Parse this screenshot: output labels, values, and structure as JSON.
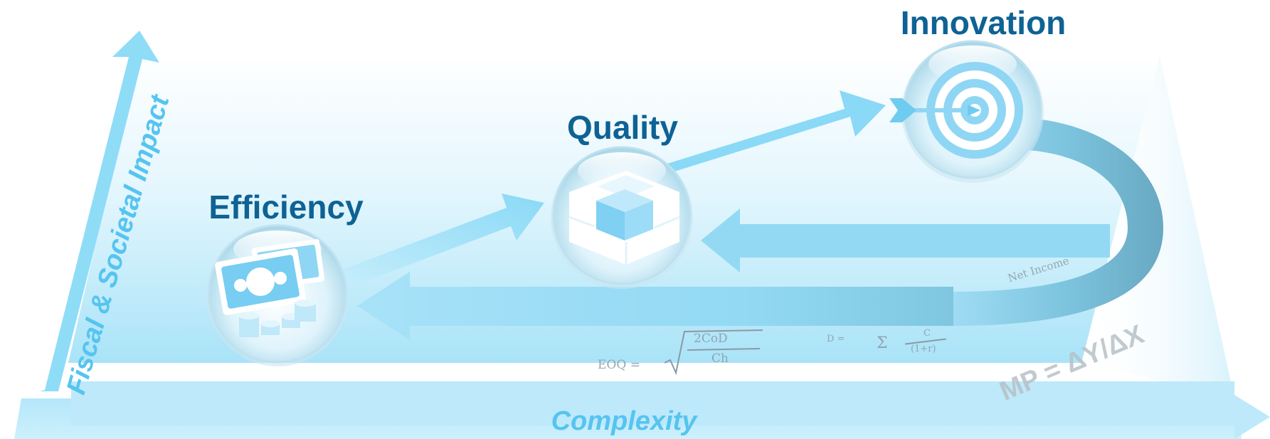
{
  "diagram": {
    "stages": [
      {
        "id": "efficiency",
        "label": "Efficiency",
        "icon": "money-coins-icon"
      },
      {
        "id": "quality",
        "label": "Quality",
        "icon": "cube-blocks-icon"
      },
      {
        "id": "innovation",
        "label": "Innovation",
        "icon": "target-arrow-icon"
      }
    ],
    "axes": {
      "x_label": "Complexity",
      "y_label": "Fiscal & Societal Impact"
    },
    "formulas": {
      "eoq_left": "EOQ =",
      "eoq_numerator": "2CoD",
      "eoq_denominator": "Ch",
      "npv_lhs": "D =",
      "npv_numerator": "C",
      "npv_denominator": "(1+r)",
      "net_income": "Net    Income",
      "marginal_product": "MP = ΔY/ΔX"
    },
    "colors": {
      "label_color": "#0e6294",
      "axis_color": "#56c4f0",
      "arrow_color": "#8fdcf7",
      "return_arrow_dark": "#6aaac4",
      "plane_color": "#c5ecfb"
    }
  }
}
